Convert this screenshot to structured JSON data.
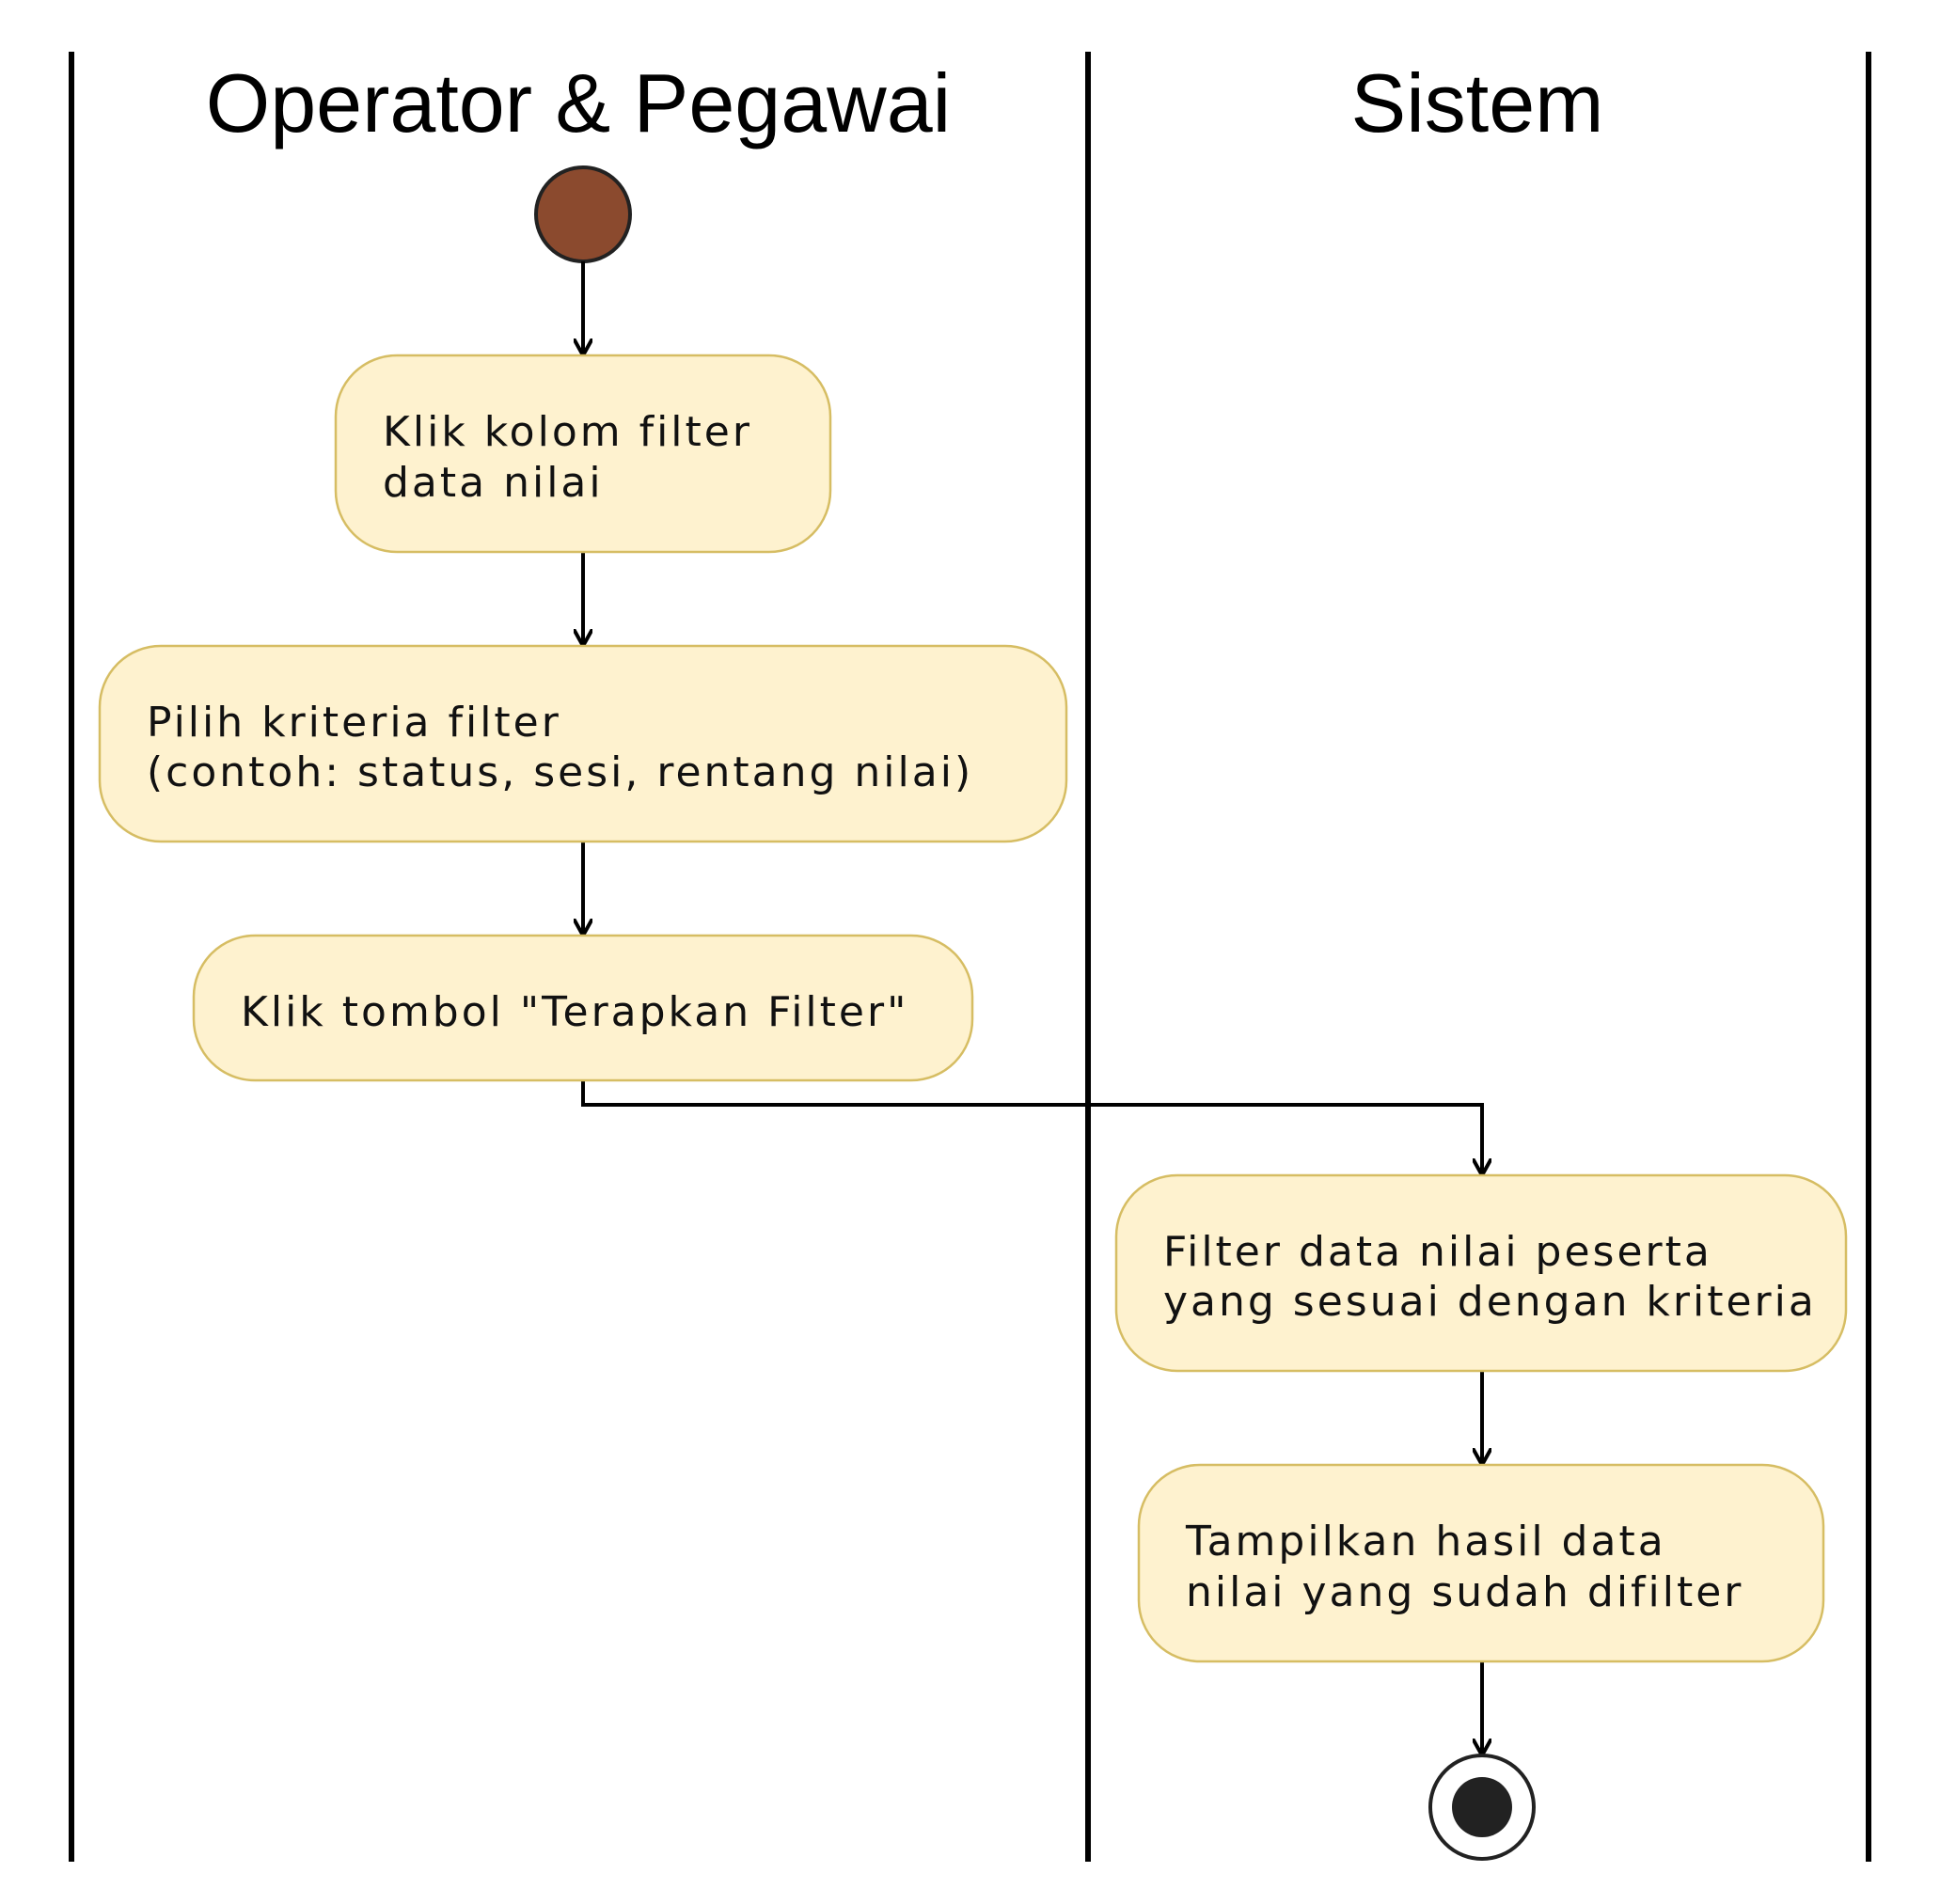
{
  "lanes": [
    {
      "title": "Operator & Pegawai"
    },
    {
      "title": "Sistem"
    }
  ],
  "activities": [
    {
      "lines": [
        "Klik kolom filter",
        "data nilai"
      ]
    },
    {
      "lines": [
        "Pilih kriteria filter",
        "(contoh: status, sesi, rentang nilai)"
      ]
    },
    {
      "lines": [
        "Klik tombol \"Terapkan Filter\""
      ]
    },
    {
      "lines": [
        "Filter data nilai peserta",
        "yang sesuai dengan kriteria"
      ]
    },
    {
      "lines": [
        "Tampilkan hasil data",
        "nilai yang sudah difilter"
      ]
    }
  ],
  "colors": {
    "start_node": "#8B4A2E",
    "end_node": "#222222",
    "activity_fill": "#FEF2CF",
    "activity_border": "#D6BD63"
  }
}
